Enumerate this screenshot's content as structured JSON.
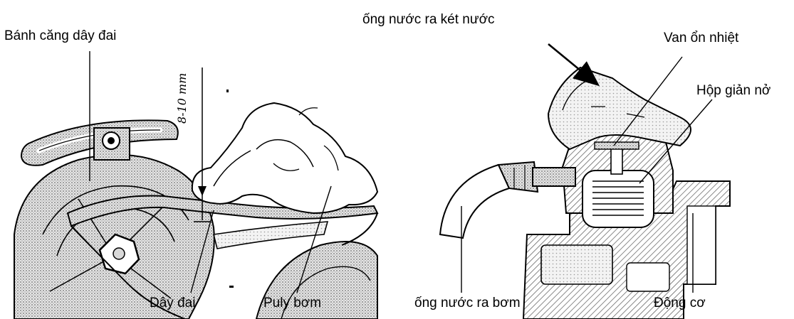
{
  "labels": {
    "tensioner": "Bánh căng dây đai",
    "belt": "Dây đai",
    "pump_pulley": "Puly bơm",
    "deflection": "8-10 mm",
    "outlet_radiator": "ống nước ra két  nước",
    "thermostat": "Van ổn nhiệt",
    "expansion_box": "Hộp giản nở",
    "outlet_pump": "ống nước ra bơm",
    "engine": "Động cơ"
  },
  "colors": {
    "ink": "#000000",
    "shade": "#9a9a9a",
    "light_shade": "#cfcfcf",
    "paper": "#ffffff"
  }
}
